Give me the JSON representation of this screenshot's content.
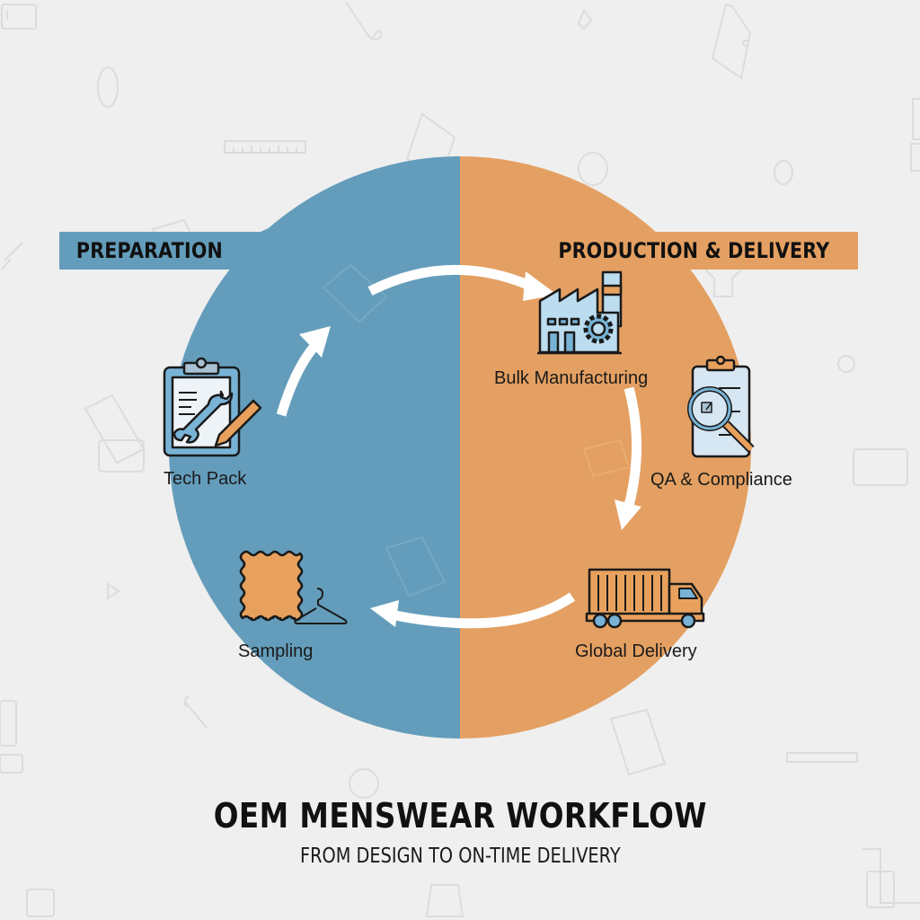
{
  "diagram": {
    "type": "cycle",
    "colors": {
      "background": "#efefef",
      "preparation_half": "#649dbb",
      "production_half": "#e4a062",
      "arrows": "#ffffff",
      "icon_outline": "#1a1a1a",
      "icon_light_blue": "#bcdcef",
      "icon_mid_blue": "#78b3d6",
      "icon_orange": "#e8a15d"
    },
    "phases": [
      {
        "id": "preparation",
        "label": "PREPARATION",
        "side": "left",
        "color": "#649dbb"
      },
      {
        "id": "production",
        "label": "PRODUCTION & DELIVERY",
        "side": "right",
        "color": "#e4a062"
      }
    ],
    "stages": [
      {
        "id": "tech-pack",
        "label": "Tech Pack",
        "phase": "preparation",
        "icon": "clipboard-wrench-pencil-icon"
      },
      {
        "id": "bulk-manufacturing",
        "label": "Bulk Manufacturing",
        "phase": "production",
        "icon": "factory-gear-icon"
      },
      {
        "id": "qa-compliance",
        "label": "QA & Compliance",
        "phase": "production",
        "icon": "clipboard-magnifier-icon"
      },
      {
        "id": "global-delivery",
        "label": "Global Delivery",
        "phase": "production",
        "icon": "truck-icon"
      },
      {
        "id": "sampling",
        "label": "Sampling",
        "phase": "preparation",
        "icon": "fabric-swatch-hanger-icon"
      }
    ],
    "flow": [
      {
        "from": "sampling",
        "to": "tech-pack",
        "direction": "clockwise"
      },
      {
        "from": "tech-pack",
        "to": "bulk-manufacturing",
        "direction": "clockwise"
      },
      {
        "from": "bulk-manufacturing",
        "to": "qa-compliance",
        "direction": "clockwise"
      },
      {
        "from": "qa-compliance",
        "to": "global-delivery",
        "direction": "clockwise"
      },
      {
        "from": "global-delivery",
        "to": "sampling",
        "direction": "clockwise"
      }
    ]
  },
  "footer": {
    "title": "OEM MENSWEAR WORKFLOW",
    "subtitle": "FROM DESIGN TO ON-TIME DELIVERY"
  }
}
